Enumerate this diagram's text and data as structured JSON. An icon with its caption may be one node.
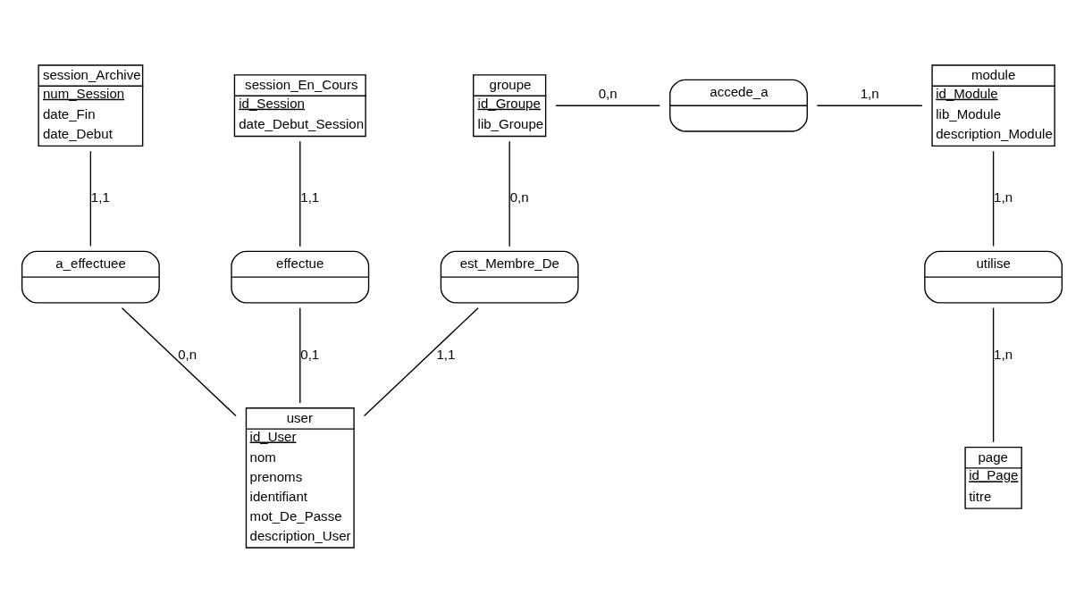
{
  "diagram": {
    "nodes": [
      {
        "text": [
          "session_Archive",
          "num_Session",
          "date_Fin",
          "date_Debut"
        ]
      },
      {
        "text": [
          "session_En_Cours",
          "id_Session",
          "date_Debut_Session"
        ]
      },
      {
        "text": [
          "groupe",
          "id_Groupe",
          "lib_Groupe"
        ]
      },
      {
        "text": [
          "accede_a"
        ]
      },
      {
        "text": [
          "module",
          "id_Module",
          "lib_Module",
          "description_Module"
        ]
      },
      {
        "text": [
          "a_effectuee"
        ]
      },
      {
        "text": [
          "effectue"
        ]
      },
      {
        "text": [
          "est_Membre_De"
        ]
      },
      {
        "text": [
          "utilise"
        ]
      },
      {
        "text": [
          "user",
          "id_User",
          "nom",
          "prenoms",
          "identifiant",
          "mot_De_Passe",
          "description_User"
        ]
      },
      {
        "text": [
          "page",
          "id_Page",
          "titre"
        ]
      }
    ],
    "edges": [
      {
        "from": 0,
        "to": 5,
        "arrow": "none",
        "label": "1,1"
      },
      {
        "from": 1,
        "to": 6,
        "arrow": "none",
        "label": "1,1"
      },
      {
        "from": 2,
        "to": 3,
        "arrow": "none",
        "label": "0,n"
      },
      {
        "from": 3,
        "to": 4,
        "arrow": "none",
        "label": "1,n"
      },
      {
        "from": 2,
        "to": 7,
        "arrow": "none",
        "label": "0,n"
      },
      {
        "from": 4,
        "to": 8,
        "arrow": "none",
        "label": "1,n"
      },
      {
        "from": 5,
        "to": 9,
        "arrow": "none",
        "label": "0,n"
      },
      {
        "from": 6,
        "to": 9,
        "arrow": "none",
        "label": "0,1"
      },
      {
        "from": 7,
        "to": 9,
        "arrow": "none",
        "label": "1,1"
      },
      {
        "from": 8,
        "to": 10,
        "arrow": "none",
        "label": "1,n"
      }
    ]
  }
}
